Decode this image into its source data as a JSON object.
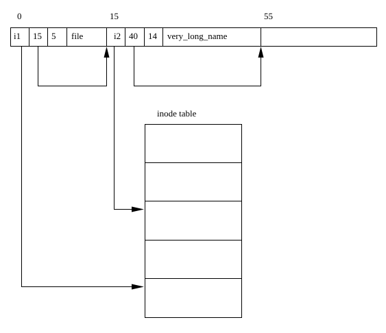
{
  "offset_labels": {
    "start": "0",
    "second_entry": "15",
    "end": "55"
  },
  "directory_entry_1": {
    "inode": "i1",
    "record_length": "15",
    "name_length": "5",
    "name": "file"
  },
  "directory_entry_2": {
    "inode": "i2",
    "record_length": "40",
    "name_length": "14",
    "name": "very_long_name"
  },
  "inode_table": {
    "title": "inode table",
    "slot_count": 5
  }
}
